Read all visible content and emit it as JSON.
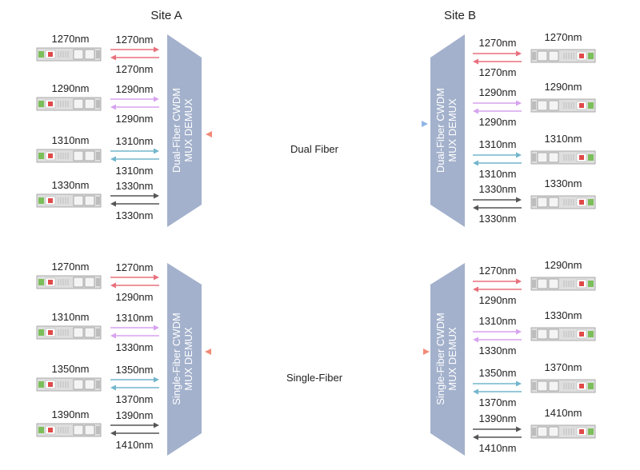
{
  "sites": {
    "a": "Site A",
    "b": "Site B"
  },
  "dual": {
    "mux_line1": "Dual-Fiber CWDM",
    "mux_line2": "MUX DEMUX",
    "link_label": "Dual Fiber",
    "channels": [
      {
        "a_module": "1270nm",
        "a_tx": "1270nm",
        "a_rx": "1270nm",
        "b_tx": "1270nm",
        "b_rx": "1270nm",
        "b_module": "1270nm",
        "tx_color": "#e8707d",
        "rx_color": "#e8707d"
      },
      {
        "a_module": "1290nm",
        "a_tx": "1290nm",
        "a_rx": "1290nm",
        "b_tx": "1290nm",
        "b_rx": "1290nm",
        "b_module": "1290nm",
        "tx_color": "#d7a3ef",
        "rx_color": "#d7a3ef"
      },
      {
        "a_module": "1310nm",
        "a_tx": "1310nm",
        "a_rx": "1310nm",
        "b_tx": "1310nm",
        "b_rx": "1310nm",
        "b_module": "1310nm",
        "tx_color": "#72b6cc",
        "rx_color": "#72b6cc"
      },
      {
        "a_module": "1330nm",
        "a_tx": "1330nm",
        "a_rx": "1330nm",
        "b_tx": "1330nm",
        "b_rx": "1330nm",
        "b_module": "1330nm",
        "tx_color": "#555555",
        "rx_color": "#555555"
      }
    ]
  },
  "single": {
    "mux_line1": "Single-Fiber CWDM",
    "mux_line2": "MUX DEMUX",
    "link_label": "Single-Fiber",
    "channels": [
      {
        "a_module": "1270nm",
        "a_tx": "1270nm",
        "a_rx": "1290nm",
        "b_tx": "1270nm",
        "b_rx": "1290nm",
        "b_module": "1290nm",
        "tx_color": "#e8707d",
        "rx_color": "#e8707d"
      },
      {
        "a_module": "1310nm",
        "a_tx": "1310nm",
        "a_rx": "1330nm",
        "b_tx": "1310nm",
        "b_rx": "1330nm",
        "b_module": "1330nm",
        "tx_color": "#d7a3ef",
        "rx_color": "#d7a3ef"
      },
      {
        "a_module": "1350nm",
        "a_tx": "1350nm",
        "a_rx": "1370nm",
        "b_tx": "1350nm",
        "b_rx": "1370nm",
        "b_module": "1370nm",
        "tx_color": "#72b6cc",
        "rx_color": "#72b6cc"
      },
      {
        "a_module": "1390nm",
        "a_tx": "1390nm",
        "a_rx": "1410nm",
        "b_tx": "1390nm",
        "b_rx": "1410nm",
        "b_module": "1410nm",
        "tx_color": "#555555",
        "rx_color": "#555555"
      }
    ]
  },
  "colors": {
    "mux": "#a3b1cc",
    "module_body": "#dedede",
    "module_latch": "#e04a4a",
    "module_green": "#7bbf5a",
    "fiber_warm": "#f28a78",
    "fiber_green": "#a3d4a8",
    "fiber_cool": "#8fb5e6"
  }
}
